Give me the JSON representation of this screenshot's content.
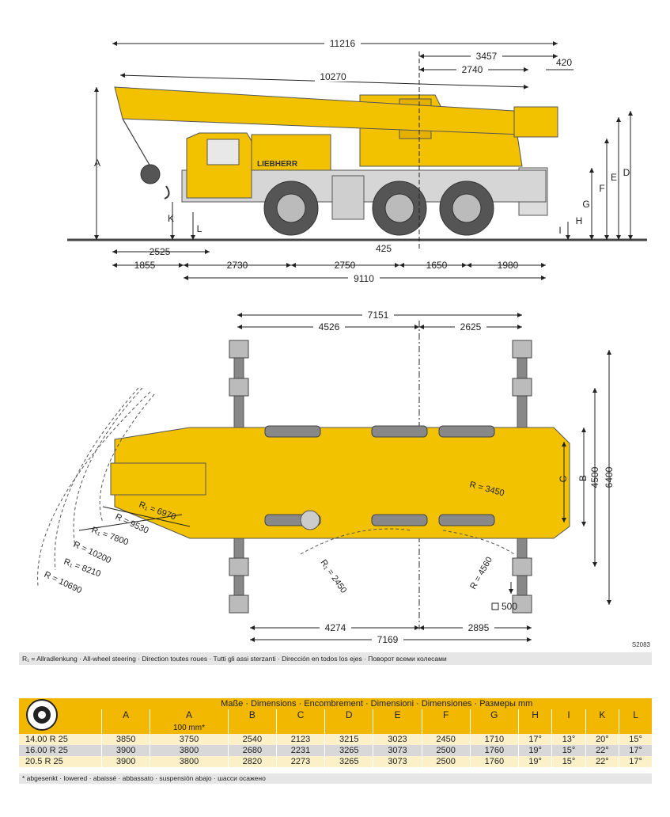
{
  "side_view": {
    "dims_top": [
      "11216",
      "10270",
      "3457",
      "2740",
      "420"
    ],
    "dims_bottom": [
      "2525",
      "1855",
      "2730",
      "2750",
      "425",
      "1650",
      "1980",
      "9110"
    ],
    "height_letters": [
      "A",
      "K",
      "L",
      "G",
      "H",
      "I",
      "F",
      "E",
      "D"
    ],
    "brand": "LIEBHERR"
  },
  "plan_view": {
    "dims_top": [
      "7151",
      "4526",
      "2625"
    ],
    "dims_bottom": [
      "4274",
      "7169",
      "2895"
    ],
    "dims_right": [
      "C",
      "B",
      "4500",
      "6400"
    ],
    "radius_labels": [
      "R₁ = 6970",
      "R = 9530",
      "R₁ = 7800",
      "R = 10200",
      "R₁ = 8210",
      "R = 10690",
      "R = 3450",
      "R = 4560",
      "R₁ = 2450"
    ],
    "pad_label": "500",
    "ref_code": "S2083"
  },
  "legend": "R₁ = Allradlenkung · All-wheel steering · Direction toutes roues · Tutti gli assi sterzanti · Dirección en todos los ejes · Поворот всеми колесами",
  "table": {
    "title": "Maße · Dimensions · Encombrement · Dimensioni · Dimensiones · Размеры mm",
    "headers": [
      "A",
      "A",
      "B",
      "C",
      "D",
      "E",
      "F",
      "G",
      "H",
      "I",
      "K",
      "L"
    ],
    "subheader": "100 mm*",
    "rows": [
      {
        "tyre": "14.00 R 25",
        "values": [
          "3850",
          "3750",
          "2540",
          "2123",
          "3215",
          "3023",
          "2450",
          "1710",
          "17°",
          "13°",
          "20°",
          "15°"
        ]
      },
      {
        "tyre": "16.00 R 25",
        "values": [
          "3900",
          "3800",
          "2680",
          "2231",
          "3265",
          "3073",
          "2500",
          "1760",
          "19°",
          "15°",
          "22°",
          "17°"
        ]
      },
      {
        "tyre": "20.5   R 25",
        "values": [
          "3900",
          "3800",
          "2820",
          "2273",
          "3265",
          "3073",
          "2500",
          "1760",
          "19°",
          "15°",
          "22°",
          "17°"
        ]
      }
    ],
    "footnote": "* abgesenkt · lowered · abaissé · abbassato · suspensión abajo · шасси осажено"
  }
}
